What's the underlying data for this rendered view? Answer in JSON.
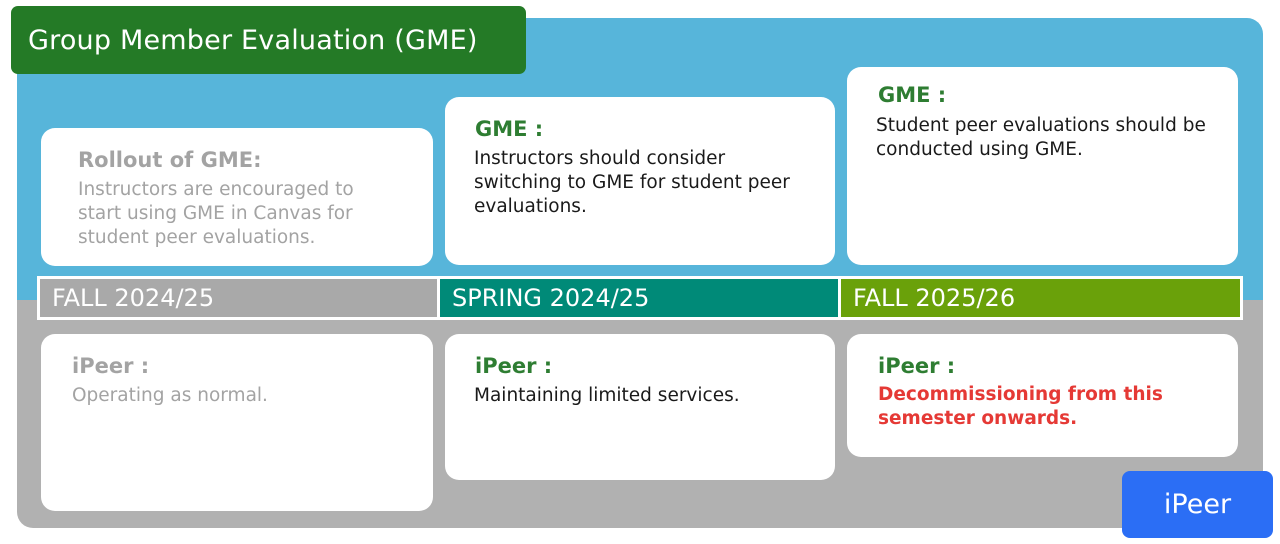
{
  "title": "Group Member Evaluation (GME)",
  "colors": {
    "gme_region": "#57b5da",
    "ipeer_region": "#b1b1b1",
    "title_bg": "#247a26",
    "heading_green": "#2e7d32",
    "muted_text": "#a3a3a3",
    "body_text": "#1a1a1a",
    "warning_red": "#e53935",
    "seg_fall_2024": "#a9a9a9",
    "seg_spring": "#008a78",
    "seg_fall_2025": "#6aa10a",
    "ipeer_tag": "#2b6ef5"
  },
  "gme_cards": [
    {
      "heading": "Rollout of GME:",
      "body": "Instructors are encouraged to start using GME in Canvas for student peer evaluations."
    },
    {
      "heading": "GME :",
      "body": "Instructors should consider switching to GME for student peer evaluations."
    },
    {
      "heading": "GME :",
      "body": "Student peer evaluations should be conducted using GME."
    }
  ],
  "terms": [
    "FALL 2024/25",
    "SPRING 2024/25",
    "FALL 2025/26"
  ],
  "ipeer_cards": [
    {
      "heading": "iPeer :",
      "body": "Operating as normal."
    },
    {
      "heading": "iPeer :",
      "body": "Maintaining limited services."
    },
    {
      "heading": "iPeer :",
      "body": "Decommissioning from this semester onwards."
    }
  ],
  "ipeer_label": "iPeer"
}
